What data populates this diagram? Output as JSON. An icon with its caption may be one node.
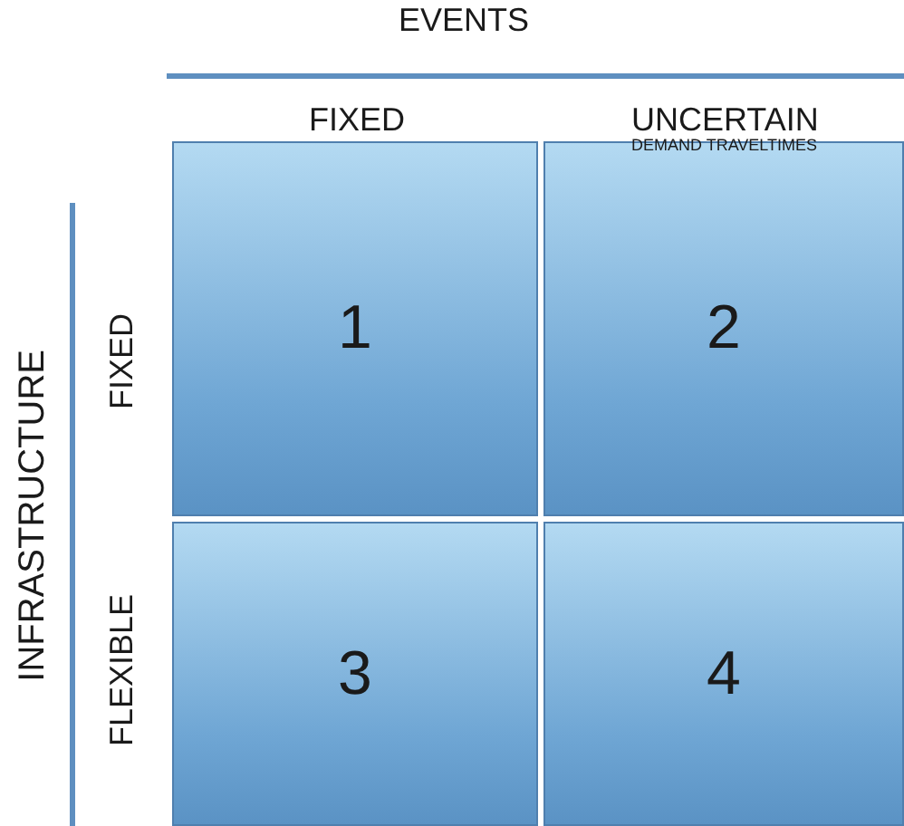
{
  "diagram": {
    "nodes": [
      {
        "text": [
          "1"
        ]
      },
      {
        "text": [
          "2"
        ]
      },
      {
        "text": [
          "3"
        ]
      },
      {
        "text": [
          "4"
        ]
      }
    ],
    "labels": [
      "EVENTS",
      "FIXED",
      "UNCERTAIN",
      "DEMAND TRAVELTIMES",
      "INFRASTRUCTURE",
      "FIXED",
      "FLEXIBLE"
    ]
  }
}
